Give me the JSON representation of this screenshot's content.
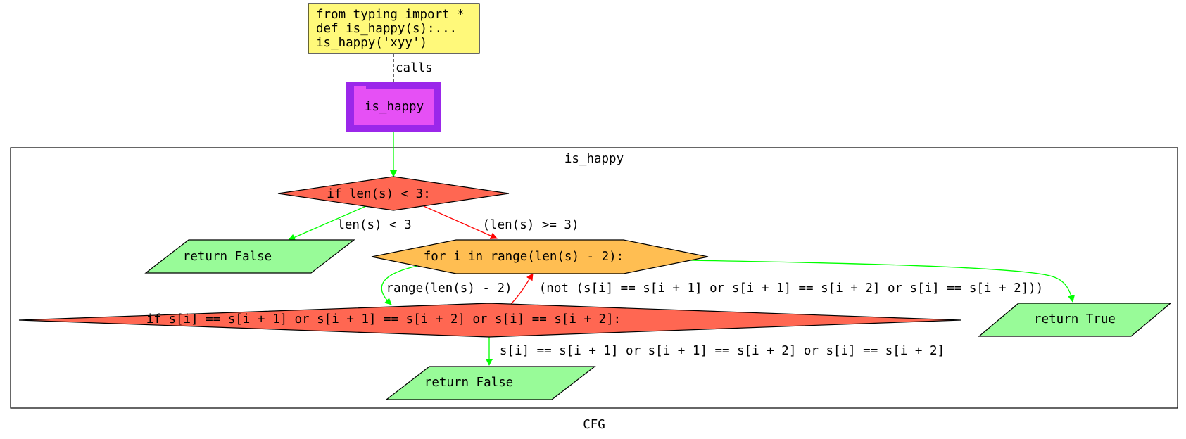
{
  "diagram": {
    "caption": "CFG",
    "call_box": {
      "lines": [
        "from typing import *",
        "def is_happy(s):...",
        "is_happy('xyy')"
      ]
    },
    "call_edge_label": "calls",
    "function_node": {
      "label": "is_happy"
    },
    "cluster": {
      "title": "is_happy"
    },
    "nodes": {
      "if_len": "if len(s) < 3:",
      "return_false_1": "return False",
      "for_loop": "for i in range(len(s) - 2):",
      "if_eq": "if s[i] == s[i + 1] or s[i + 1] == s[i + 2] or s[i] == s[i + 2]:",
      "return_true": "return True",
      "return_false_2": "return False"
    },
    "edge_labels": {
      "len_lt_3": "len(s) < 3",
      "len_ge_3": "(len(s) >= 3)",
      "range_loop": "range(len(s) - 2)",
      "not_condition": "(not (s[i] == s[i + 1] or s[i + 1] == s[i + 2] or s[i] == s[i + 2]))",
      "condition_true": "s[i] == s[i + 1] or s[i + 1] == s[i + 2] or s[i] == s[i + 2]"
    },
    "colors": {
      "call_box_fill": "#FFF97A",
      "function_outer": "#9B27EA",
      "function_inner": "#E650F5",
      "decision_fill": "#FF6752",
      "loop_fill": "#FFBE52",
      "return_fill": "#98FB98",
      "edge_true": "#00FF00",
      "edge_false": "#FF0000",
      "edge_call": "#000000"
    }
  }
}
